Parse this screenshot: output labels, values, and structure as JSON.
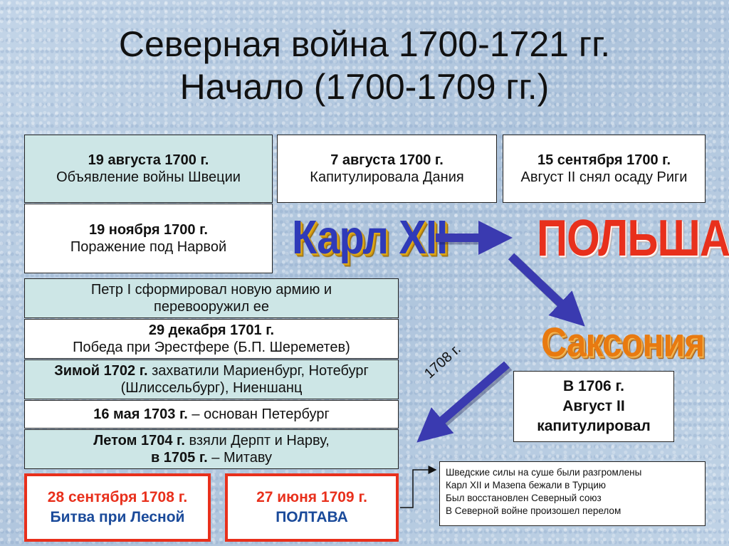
{
  "title": {
    "line1": "Северная война 1700-1721 гг.",
    "line2": "Начало (1700-1709 гг.)"
  },
  "top_boxes": [
    {
      "date": "19 августа 1700 г.",
      "text": "Объявление войны Швеции"
    },
    {
      "date": "7 августа 1700 г.",
      "text": "Капитулировала Дания"
    },
    {
      "date": "15 сентября 1700 г.",
      "text": "Август II снял осаду Риги"
    }
  ],
  "narva": {
    "date": "19 ноября 1700 г.",
    "text": "Поражение под Нарвой"
  },
  "events": {
    "army": "Петр I сформировал новую армию и перевооружил ее",
    "erestfer_date": "29 декабря 1701 г.",
    "erestfer_text": "Победа при Эрестфере (Б.П. Шереметев)",
    "y1702_date": "Зимой 1702 г.",
    "y1702_text": " захватили Мариенбург, Нотебург (Шлиссельбург), Ниеншанц",
    "spb_date": "16 мая 1703 г.",
    "spb_text": " – основан Петербург",
    "y1704_date": "Летом 1704 г.",
    "y1704_text": " взяли Дерпт и Нарву,",
    "y1705_date": "в 1705 г.",
    "y1705_text": " – Митаву"
  },
  "labels": {
    "karl": "Карл XII",
    "poland": "ПОЛЬША",
    "saxony": "Саксония",
    "year": "1708 г."
  },
  "saxony_box": {
    "line1": "В 1706 г.",
    "line2": "Август II",
    "line3": "капитулировал"
  },
  "battles": [
    {
      "date": "28 сентября 1708 г.",
      "text": "Битва при Лесной"
    },
    {
      "date": "27 июня 1709 г.",
      "text": "ПОЛТАВА"
    }
  ],
  "results": [
    "Шведские силы на суше были разгромлены",
    "Карл XII и Мазепа бежали в Турцию",
    "Был восстановлен Северный союз",
    "В Северной войне произошел перелом"
  ],
  "colors": {
    "arrow": "#3a3ab0",
    "battle_border": "#e8301c",
    "teal_box": "#cde6e6"
  }
}
